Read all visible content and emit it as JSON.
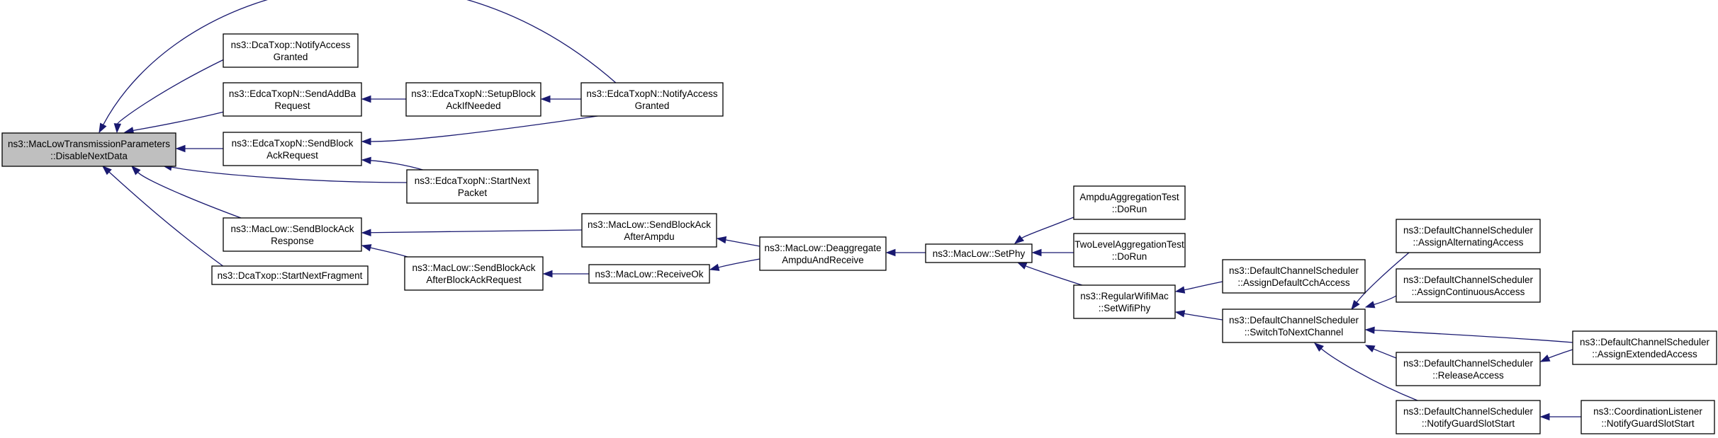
{
  "diagram": {
    "type": "call-graph",
    "edge_color": "#191970",
    "root_fill": "#bfbfbf",
    "node_fill": "#ffffff",
    "nodes": [
      {
        "id": "root",
        "lines": [
          "ns3::MacLowTransmissionParameters",
          "::DisableNextData"
        ],
        "root": true,
        "interactable": false
      },
      {
        "id": "dca_notify",
        "lines": [
          "ns3::DcaTxop::NotifyAccess",
          "Granted"
        ],
        "interactable": true
      },
      {
        "id": "edca_sendaddba",
        "lines": [
          "ns3::EdcaTxopN::SendAddBa",
          "Request"
        ],
        "interactable": true
      },
      {
        "id": "edca_setupblock",
        "lines": [
          "ns3::EdcaTxopN::SetupBlock",
          "AckIfNeeded"
        ],
        "interactable": true
      },
      {
        "id": "edca_notify",
        "lines": [
          "ns3::EdcaTxopN::NotifyAccess",
          "Granted"
        ],
        "interactable": true
      },
      {
        "id": "edca_sendblockack",
        "lines": [
          "ns3::EdcaTxopN::SendBlock",
          "AckRequest"
        ],
        "interactable": true
      },
      {
        "id": "edca_startnext",
        "lines": [
          "ns3::EdcaTxopN::StartNext",
          "Packet"
        ],
        "interactable": true
      },
      {
        "id": "maclow_sendblockackresp",
        "lines": [
          "ns3::MacLow::SendBlockAck",
          "Response"
        ],
        "interactable": true
      },
      {
        "id": "maclow_sendblockack_ampdu",
        "lines": [
          "ns3::MacLow::SendBlockAck",
          "AfterAmpdu"
        ],
        "interactable": true
      },
      {
        "id": "maclow_deaggregate",
        "lines": [
          "ns3::MacLow::Deaggregate",
          "AmpduAndReceive"
        ],
        "interactable": true
      },
      {
        "id": "maclow_setphy",
        "lines": [
          "ns3::MacLow::SetPhy"
        ],
        "interactable": true
      },
      {
        "id": "ampdu_test",
        "lines": [
          "AmpduAggregationTest",
          "::DoRun"
        ],
        "interactable": true
      },
      {
        "id": "twolevel_test",
        "lines": [
          "TwoLevelAggregationTest",
          "::DoRun"
        ],
        "interactable": true
      },
      {
        "id": "regwifimac_setwifiphy",
        "lines": [
          "ns3::RegularWifiMac",
          "::SetWifiPhy"
        ],
        "interactable": true
      },
      {
        "id": "dcs_assigndefaultcch",
        "lines": [
          "ns3::DefaultChannelScheduler",
          "::AssignDefaultCchAccess"
        ],
        "interactable": true
      },
      {
        "id": "dcs_switchtonext",
        "lines": [
          "ns3::DefaultChannelScheduler",
          "::SwitchToNextChannel"
        ],
        "interactable": true
      },
      {
        "id": "dcs_assignalternating",
        "lines": [
          "ns3::DefaultChannelScheduler",
          "::AssignAlternatingAccess"
        ],
        "interactable": true
      },
      {
        "id": "dcs_assigncontinuous",
        "lines": [
          "ns3::DefaultChannelScheduler",
          "::AssignContinuousAccess"
        ],
        "interactable": true
      },
      {
        "id": "dcs_assignextended",
        "lines": [
          "ns3::DefaultChannelScheduler",
          "::AssignExtendedAccess"
        ],
        "interactable": true
      },
      {
        "id": "dcs_releaseaccess",
        "lines": [
          "ns3::DefaultChannelScheduler",
          "::ReleaseAccess"
        ],
        "interactable": true
      },
      {
        "id": "dcs_notifyguard",
        "lines": [
          "ns3::DefaultChannelScheduler",
          "::NotifyGuardSlotStart"
        ],
        "interactable": true
      },
      {
        "id": "coordlistener_notifyguard",
        "lines": [
          "ns3::CoordinationListener",
          "::NotifyGuardSlotStart"
        ],
        "interactable": true
      },
      {
        "id": "maclow_sendblockack_afterreq",
        "lines": [
          "ns3::MacLow::SendBlockAck",
          "AfterBlockAckRequest"
        ],
        "interactable": true
      },
      {
        "id": "maclow_receiveok",
        "lines": [
          "ns3::MacLow::ReceiveOk"
        ],
        "interactable": true
      },
      {
        "id": "dca_startnextfrag",
        "lines": [
          "ns3::DcaTxop::StartNextFragment"
        ],
        "interactable": true
      }
    ],
    "edges": [
      {
        "from": "dca_notify",
        "to": "root"
      },
      {
        "from": "edca_sendaddba",
        "to": "root"
      },
      {
        "from": "edca_setupblock",
        "to": "edca_sendaddba"
      },
      {
        "from": "edca_notify",
        "to": "edca_setupblock"
      },
      {
        "from": "edca_notify",
        "to": "root"
      },
      {
        "from": "edca_sendblockack",
        "to": "root"
      },
      {
        "from": "edca_notify",
        "to": "edca_sendblockack"
      },
      {
        "from": "edca_startnext",
        "to": "edca_sendblockack"
      },
      {
        "from": "edca_startnext",
        "to": "root"
      },
      {
        "from": "maclow_sendblockackresp",
        "to": "root"
      },
      {
        "from": "maclow_sendblockack_ampdu",
        "to": "maclow_sendblockackresp"
      },
      {
        "from": "maclow_deaggregate",
        "to": "maclow_sendblockack_ampdu"
      },
      {
        "from": "maclow_setphy",
        "to": "maclow_deaggregate"
      },
      {
        "from": "ampdu_test",
        "to": "maclow_setphy"
      },
      {
        "from": "twolevel_test",
        "to": "maclow_setphy"
      },
      {
        "from": "regwifimac_setwifiphy",
        "to": "maclow_setphy"
      },
      {
        "from": "dcs_assigndefaultcch",
        "to": "regwifimac_setwifiphy"
      },
      {
        "from": "dcs_switchtonext",
        "to": "regwifimac_setwifiphy"
      },
      {
        "from": "dcs_assignalternating",
        "to": "dcs_switchtonext"
      },
      {
        "from": "dcs_assigncontinuous",
        "to": "dcs_switchtonext"
      },
      {
        "from": "dcs_assignextended",
        "to": "dcs_switchtonext"
      },
      {
        "from": "dcs_releaseaccess",
        "to": "dcs_switchtonext"
      },
      {
        "from": "dcs_assignextended",
        "to": "dcs_releaseaccess"
      },
      {
        "from": "dcs_notifyguard",
        "to": "dcs_switchtonext"
      },
      {
        "from": "coordlistener_notifyguard",
        "to": "dcs_notifyguard"
      },
      {
        "from": "maclow_sendblockack_afterreq",
        "to": "maclow_sendblockackresp"
      },
      {
        "from": "maclow_receiveok",
        "to": "maclow_sendblockack_afterreq"
      },
      {
        "from": "maclow_deaggregate",
        "to": "maclow_receiveok"
      },
      {
        "from": "dca_startnextfrag",
        "to": "root"
      }
    ]
  }
}
